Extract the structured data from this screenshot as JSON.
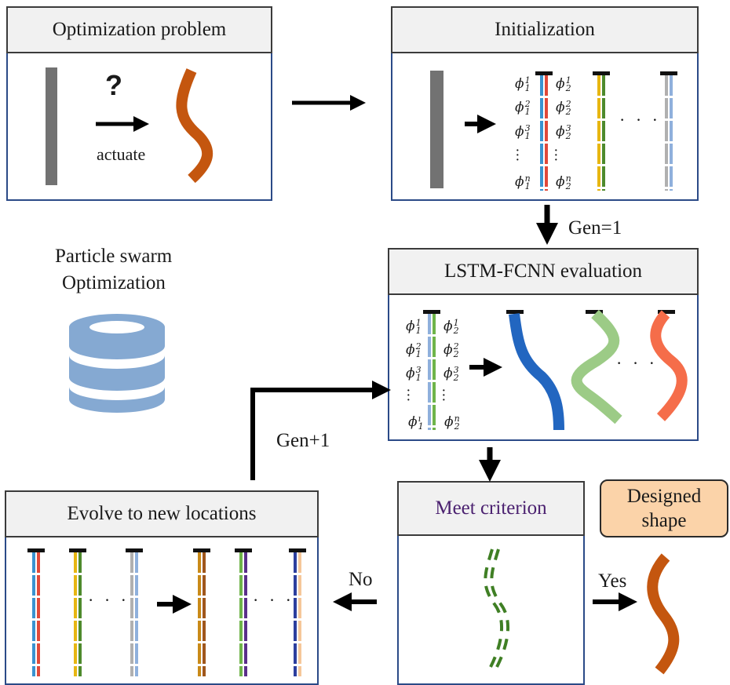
{
  "panels": {
    "optimization_problem": {
      "title": "Optimization problem",
      "question": "?",
      "actuate": "actuate"
    },
    "initialization": {
      "title": "Initialization"
    },
    "lstm_fcnn": {
      "title": "LSTM-FCNN evaluation"
    },
    "meet_criterion": {
      "title": "Meet criterion"
    },
    "evolve": {
      "title": "Evolve to new locations"
    }
  },
  "labels": {
    "pso_line1": "Particle swarm",
    "pso_line2": "Optimization",
    "gen_1": "Gen=1",
    "gen_plus_1": "Gen+1",
    "no": "No",
    "yes": "Yes",
    "designed_shape_line1": "Designed",
    "designed_shape_line2": "shape"
  },
  "phi_init": [
    [
      "ϕ",
      "1",
      "1"
    ],
    [
      "ϕ",
      "2",
      "1"
    ],
    [
      "ϕ",
      "1",
      "2"
    ],
    [
      "ϕ",
      "2",
      "2"
    ],
    [
      "ϕ",
      "1",
      "3"
    ],
    [
      "ϕ",
      "2",
      "3"
    ],
    [
      "ϕ",
      "1",
      "n"
    ],
    [
      "ϕ",
      "2",
      "n"
    ]
  ],
  "phi_eval": [
    [
      "ϕ",
      "1",
      "1"
    ],
    [
      "ϕ",
      "2",
      "1"
    ],
    [
      "ϕ",
      "1",
      "2"
    ],
    [
      "ϕ",
      "2",
      "2"
    ],
    [
      "ϕ",
      "1",
      "3"
    ],
    [
      "ϕ",
      "2",
      "3"
    ],
    [
      "ϕ",
      "1",
      "ı"
    ],
    [
      "ϕ",
      "2",
      "n"
    ]
  ],
  "ellipsis": "· · ·",
  "colors": {
    "panel_border": "#2b4a87",
    "head_bg": "#f1f1f1",
    "rod_gray": "#727272",
    "shape_orange": "#c4560f",
    "blue_shape": "#2266c0",
    "green_shape": "#9ccb86",
    "coral_shape": "#f56d4a",
    "criterion_text": "#4b2170",
    "dashed_green": "#3f7f24",
    "badge_fill": "#fbd3a9",
    "db_icon": "#85a9d2"
  },
  "icons": [
    "database-icon",
    "arrow-right-icon",
    "arrow-down-icon",
    "arrow-left-icon"
  ]
}
